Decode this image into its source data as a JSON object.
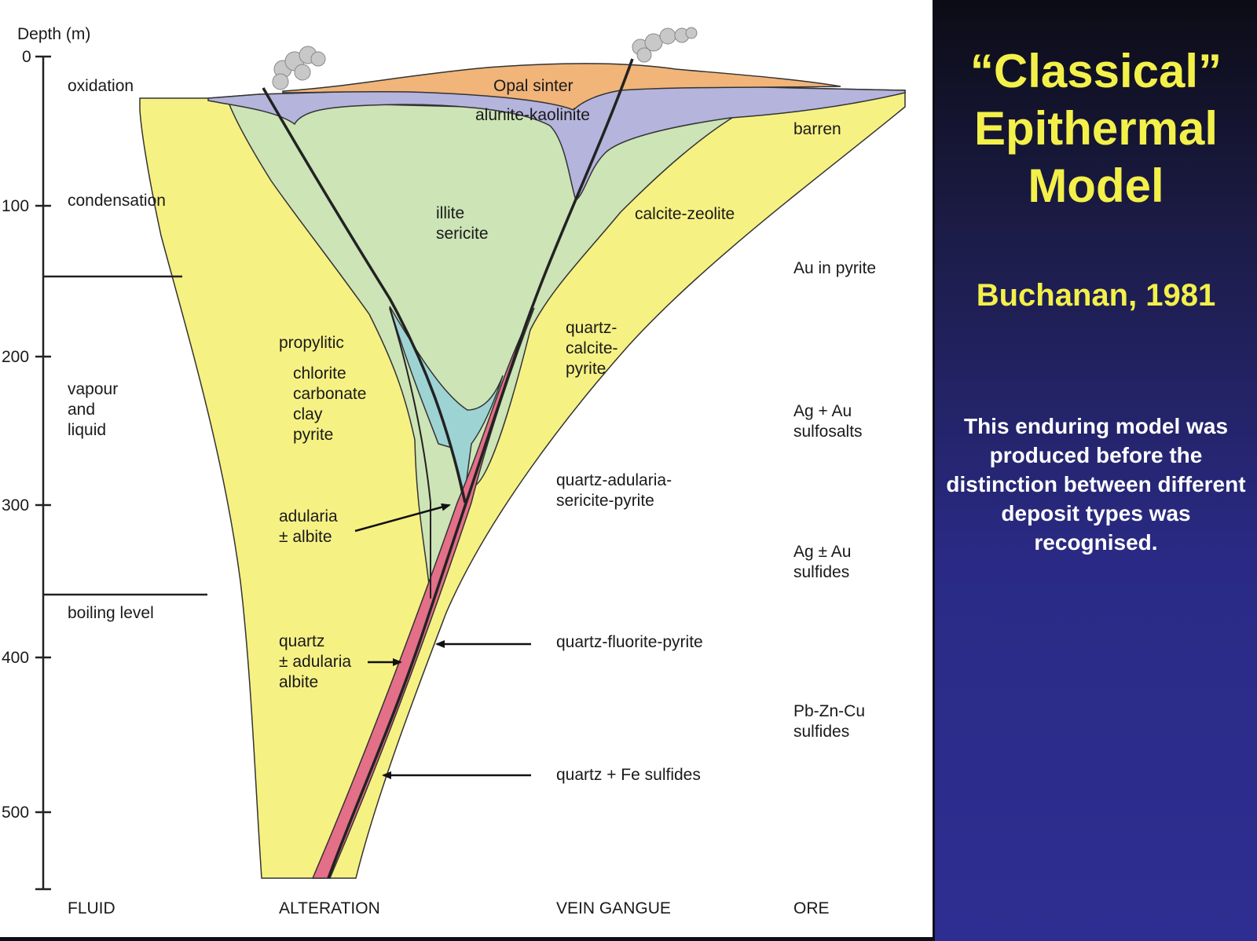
{
  "axis": {
    "title": "Depth (m)",
    "ticks": [
      "0",
      "100",
      "200",
      "300",
      "400",
      "500"
    ]
  },
  "fluid_zones": {
    "oxidation": "oxidation",
    "condensation": "condensation",
    "vapour_liquid": [
      "vapour",
      "and",
      "liquid"
    ],
    "boiling_level": "boiling level"
  },
  "alteration": {
    "opal_sinter": "Opal sinter",
    "alunite_kaolinite": "alunite-kaolinite",
    "illite_sericite": [
      "illite",
      "sericite"
    ],
    "calcite_zeolite": "calcite-zeolite",
    "propylitic": "propylitic",
    "propylitic_minerals": [
      "chlorite",
      "carbonate",
      "clay",
      "pyrite"
    ],
    "adularia_albite": [
      "adularia",
      "± albite"
    ],
    "quartz_adularia_albite": [
      "quartz",
      "± adularia",
      "albite"
    ]
  },
  "vein_gangue": {
    "quartz_calcite_pyrite": [
      "quartz-",
      "calcite-",
      "pyrite"
    ],
    "quartz_adularia_sericite_pyrite": [
      "quartz-adularia-",
      "sericite-pyrite"
    ],
    "quartz_fluorite_pyrite": "quartz-fluorite-pyrite",
    "quartz_fe_sulfides": "quartz + Fe sulfides"
  },
  "ore": {
    "barren": "barren",
    "au_in_pyrite": "Au in pyrite",
    "ag_au_sulfosalts": [
      "Ag + Au",
      "sulfosalts"
    ],
    "ag_pm_au_sulfides": [
      "Ag ± Au",
      "sulfides"
    ],
    "pb_zn_cu_sulfides": [
      "Pb-Zn-Cu",
      "sulfides"
    ]
  },
  "columns": [
    "FLUID",
    "ALTERATION",
    "VEIN GANGUE",
    "ORE"
  ],
  "side": {
    "title": "“Classical”\nEpithermal\nModel",
    "author": "Buchanan, 1981",
    "note": "This enduring model was produced before the distinction between different deposit types was recognised."
  },
  "colors": {
    "propylitic": "#f6f183",
    "illite_sericite": "#cde4b6",
    "alunite_kaolinite": "#b4b4dc",
    "opal_sinter": "#f1b479",
    "adularia_zone": "#9ed3d4",
    "vein": "#e46f88",
    "title_yellow": "#f3f04a"
  }
}
